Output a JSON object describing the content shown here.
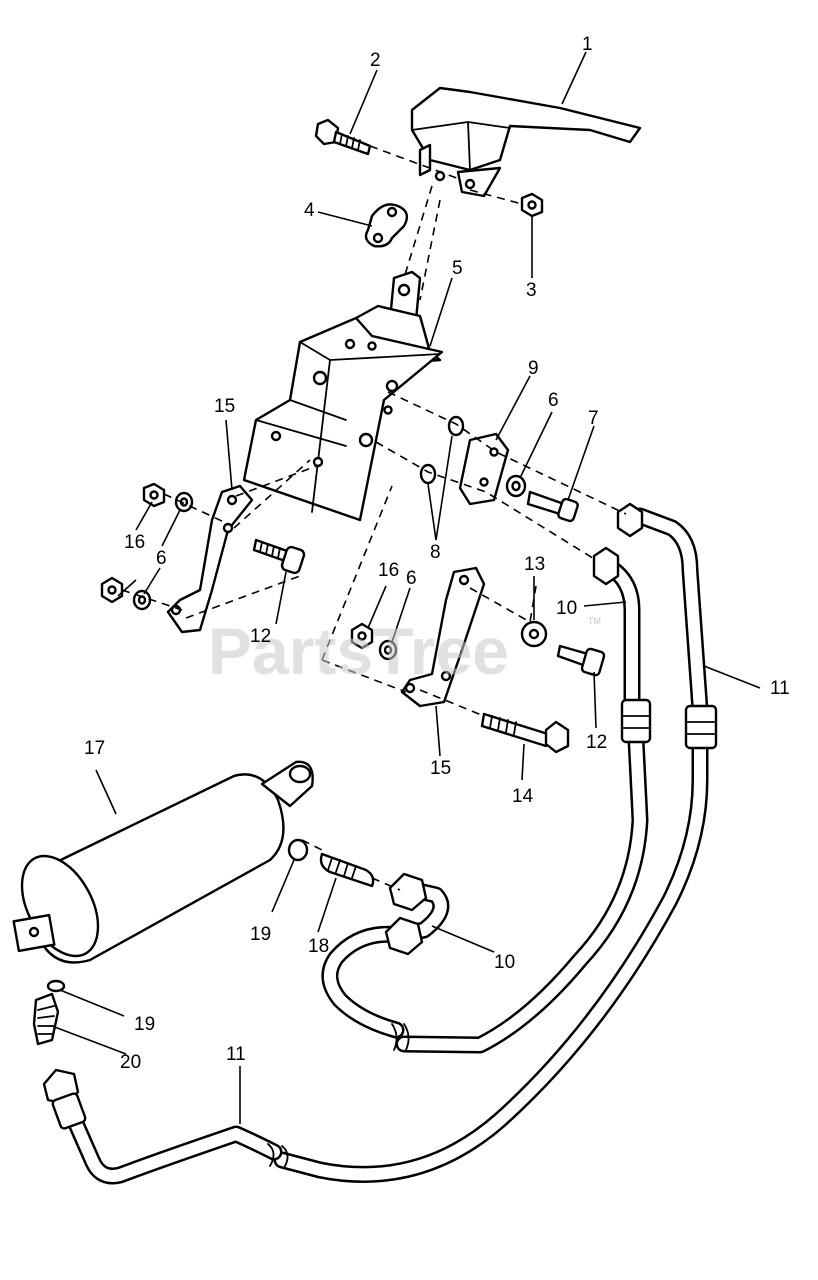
{
  "watermark": {
    "text": "PartsTree",
    "trademark": "TM"
  },
  "callouts": {
    "c1": "1",
    "c2": "2",
    "c3": "3",
    "c4": "4",
    "c5": "5",
    "c6a": "6",
    "c6b": "6",
    "c6c": "6",
    "c7": "7",
    "c8": "8",
    "c9": "9",
    "c10a": "10",
    "c10b": "10",
    "c11a": "11",
    "c11b": "11",
    "c12a": "12",
    "c12b": "12",
    "c13": "13",
    "c14": "14",
    "c15a": "15",
    "c15b": "15",
    "c16a": "16",
    "c16b": "16",
    "c17": "17",
    "c18": "18",
    "c19a": "19",
    "c19b": "19",
    "c20": "20"
  },
  "colors": {
    "line": "#000000",
    "background": "#ffffff",
    "watermark": "#c8c8c8"
  }
}
